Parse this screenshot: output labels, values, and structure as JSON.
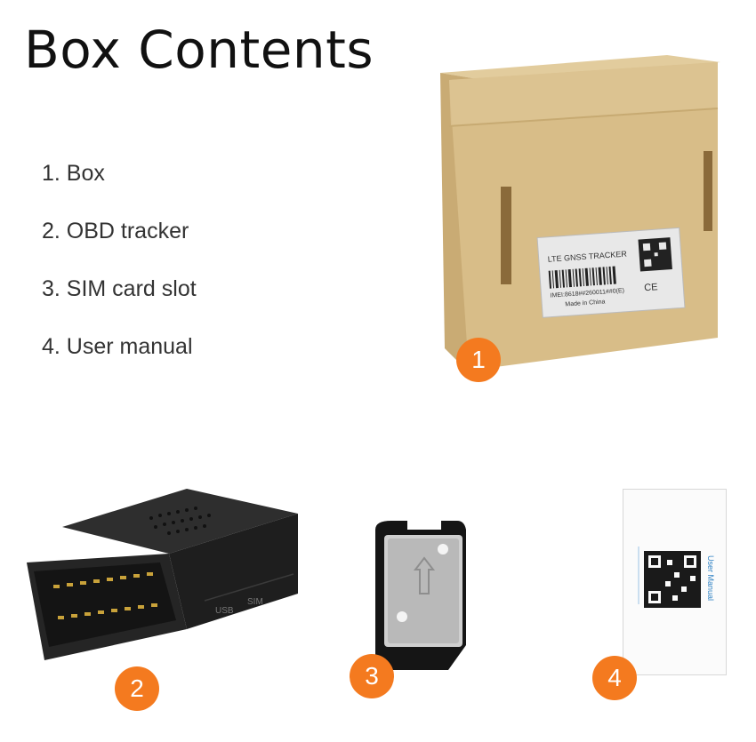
{
  "title": "Box Contents",
  "items": [
    {
      "number": "1",
      "label": "1. Box"
    },
    {
      "number": "2",
      "label": "2. OBD tracker"
    },
    {
      "number": "3",
      "label": "3. SIM card slot"
    },
    {
      "number": "4",
      "label": "4. User manual"
    }
  ],
  "box_label": {
    "heading": "LTE GNSS TRACKER",
    "imei": "IMEI:8618##260011##0(E)",
    "origin": "Made in China",
    "ce_mark": "CE"
  },
  "tracker_ports": {
    "usb": "USB",
    "sim": "SIM"
  },
  "manual": {
    "title": "User Manual"
  },
  "badge_color": "#f47a1f"
}
